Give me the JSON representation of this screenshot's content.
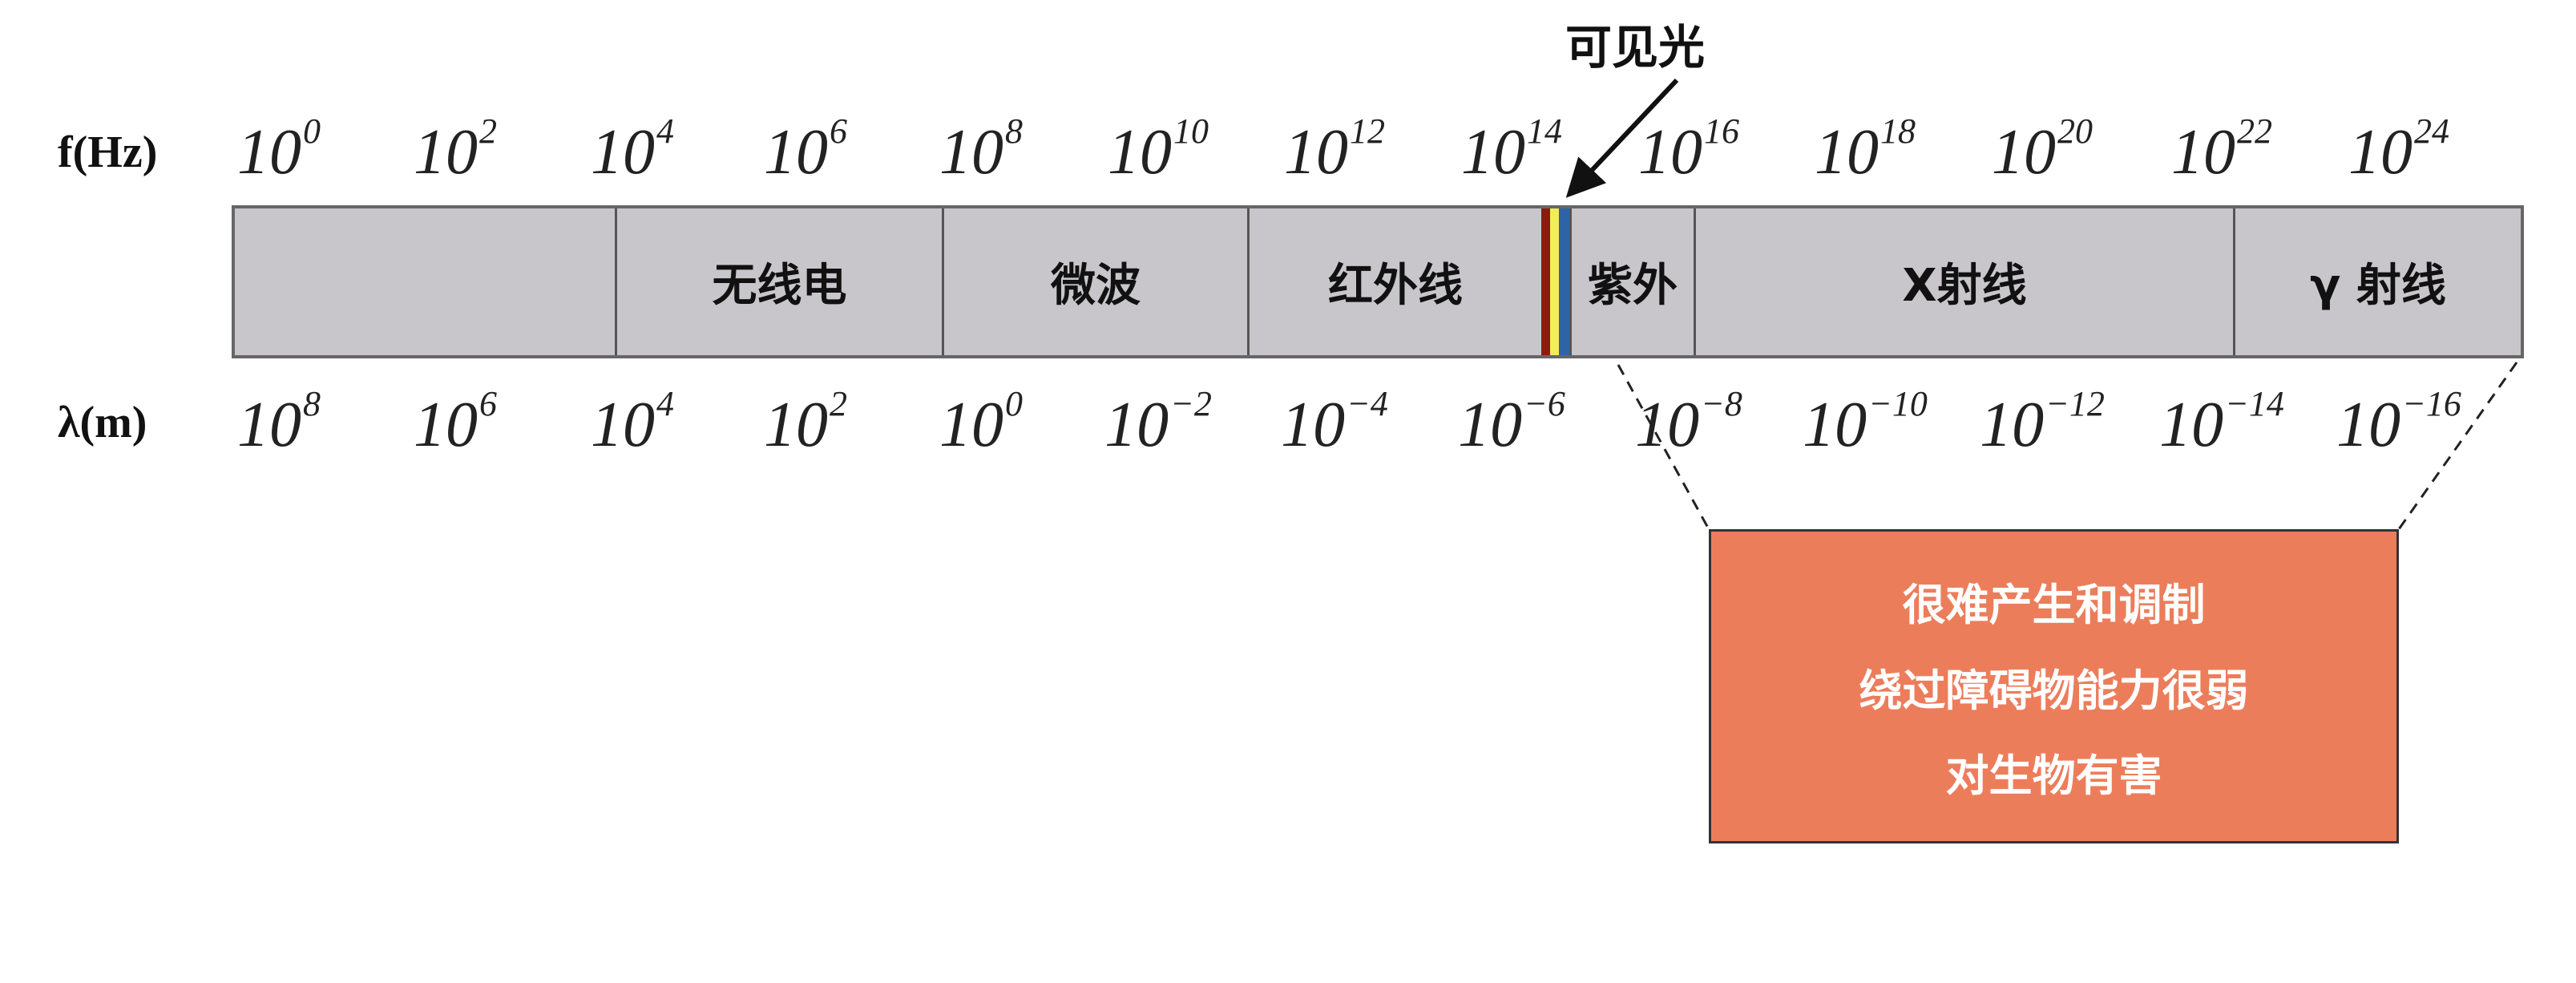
{
  "visible_light_label": "可见光",
  "frequency_axis": {
    "label": "f(Hz)",
    "ticks": [
      {
        "base": "10",
        "exp": "0"
      },
      {
        "base": "10",
        "exp": "2"
      },
      {
        "base": "10",
        "exp": "4"
      },
      {
        "base": "10",
        "exp": "6"
      },
      {
        "base": "10",
        "exp": "8"
      },
      {
        "base": "10",
        "exp": "10"
      },
      {
        "base": "10",
        "exp": "12"
      },
      {
        "base": "10",
        "exp": "14"
      },
      {
        "base": "10",
        "exp": "16"
      },
      {
        "base": "10",
        "exp": "18"
      },
      {
        "base": "10",
        "exp": "20"
      },
      {
        "base": "10",
        "exp": "22"
      },
      {
        "base": "10",
        "exp": "24"
      }
    ]
  },
  "wavelength_axis": {
    "label": "λ(m)",
    "ticks": [
      {
        "base": "10",
        "exp": "8"
      },
      {
        "base": "10",
        "exp": "6"
      },
      {
        "base": "10",
        "exp": "4"
      },
      {
        "base": "10",
        "exp": "2"
      },
      {
        "base": "10",
        "exp": "0"
      },
      {
        "base": "10",
        "exp": "−2"
      },
      {
        "base": "10",
        "exp": "−4"
      },
      {
        "base": "10",
        "exp": "−6"
      },
      {
        "base": "10",
        "exp": "−8"
      },
      {
        "base": "10",
        "exp": "−10"
      },
      {
        "base": "10",
        "exp": "−12"
      },
      {
        "base": "10",
        "exp": "−14"
      },
      {
        "base": "10",
        "exp": "−16"
      }
    ]
  },
  "bands": [
    {
      "label": ""
    },
    {
      "label": "无线电"
    },
    {
      "label": "微波"
    },
    {
      "label": "红外线"
    },
    {
      "label": "紫外"
    },
    {
      "label": "X射线"
    },
    {
      "label": "γ 射线"
    }
  ],
  "visible_strip_colors": [
    "#8b1a12",
    "#f3ec5a",
    "#2f63a8"
  ],
  "band_fill_color": "#c8c6cb",
  "callout": {
    "lines": [
      "很难产生和调制",
      "绕过障碍物能力很弱",
      "对生物有害"
    ],
    "color": "#ec7d5b"
  }
}
